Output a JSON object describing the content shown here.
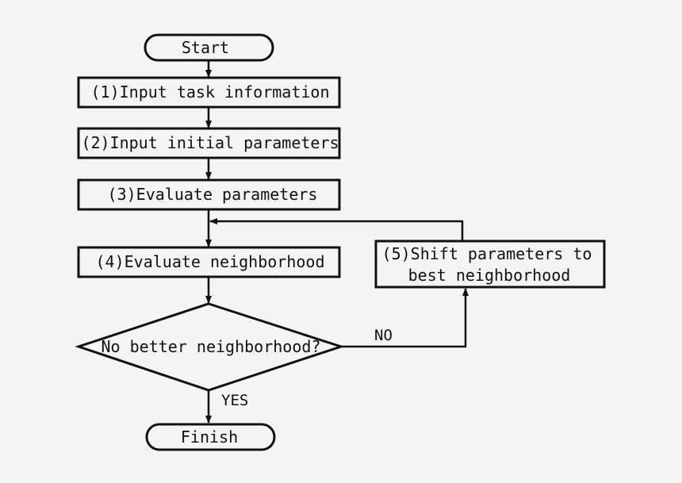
{
  "nodes": {
    "start": "Start",
    "step1": "(1)Input task information",
    "step2": "(2)Input initial parameters",
    "step3": "(3)Evaluate parameters",
    "step4": "(4)Evaluate neighborhood",
    "step5_line1": "(5)Shift parameters to",
    "step5_line2": "best neighborhood",
    "decision": "No better neighborhood?",
    "finish": "Finish"
  },
  "edge_labels": {
    "no": "NO",
    "yes": "YES"
  },
  "colors": {
    "background": "#f4f4f4",
    "stroke": "#111111"
  }
}
